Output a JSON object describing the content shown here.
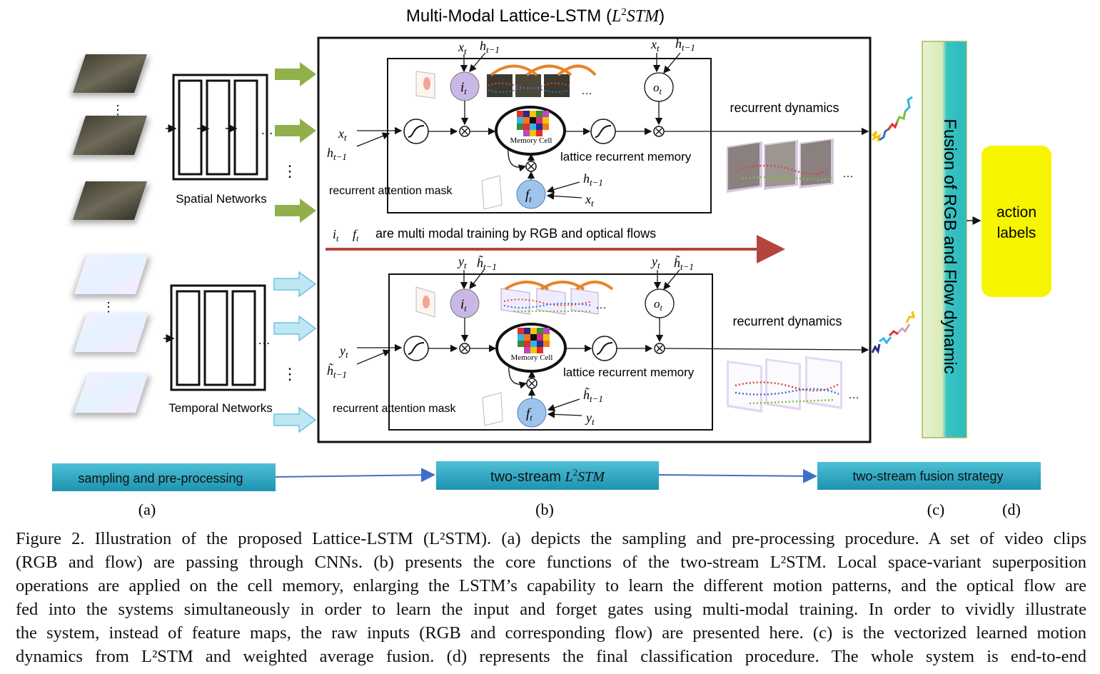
{
  "figure": {
    "title": "Multi-Modal Lattice-LSTM (",
    "title_math": "L",
    "title_math_sup": "2",
    "title_math_rest": "STM",
    "title_close": ")",
    "spatial_label": "Spatial Networks",
    "temporal_label": "Temporal Networks",
    "top_cell": {
      "in_x": "x",
      "in_x_sub": "t",
      "in_h": "h",
      "in_h_sub": "t−1",
      "memory_cell": "Memory Cell",
      "attention_mask": "recurrent attention mask",
      "lattice_memory": "lattice recurrent memory",
      "recurrent_dynamics": "recurrent dynamics",
      "gate_i": "i",
      "gate_o": "o",
      "gate_f": "f",
      "gate_sub": "t"
    },
    "bottom_cell": {
      "in_y": "y",
      "in_y_sub": "t",
      "in_h": "h̃",
      "in_h_sub": "t−1",
      "memory_cell": "Memory Cell",
      "attention_mask": "recurrent attention mask",
      "lattice_memory": "lattice recurrent memory",
      "recurrent_dynamics": "recurrent dynamics"
    },
    "multimodal_note": "are multi modal training by RGB and optical flows",
    "fusion_label": "Fusion of RGB  and Flow dynamic",
    "action_labels_line1": "action",
    "action_labels_line2": "labels",
    "ellipsis": "…",
    "pipeline": {
      "stage_a": "sampling and pre-processing",
      "stage_b": "two-stream ",
      "stage_b_math": "L",
      "stage_b_sup": "2",
      "stage_b_rest": "STM",
      "stage_c": "two-stream fusion strategy"
    },
    "labels": {
      "a": "(a)",
      "b": "(b)",
      "c": "(c)",
      "d": "(d)"
    }
  },
  "caption": {
    "line1": "Figure 2. Illustration of the proposed Lattice-LSTM (L²STM). (a) depicts the sampling and pre-processing procedure. A set of video clips",
    "line2": "(RGB and flow) are passing through CNNs. (b) presents the core functions of the two-stream L²STM. Local space-variant superposition",
    "line3": "operations are applied on the cell memory, enlarging the LSTM’s capability to learn the different motion patterns, and the optical flow are",
    "line4": "fed into the systems simultaneously in order to learn the input and forget gates using multi-modal training. In order to vividly illustrate",
    "line5": "the system, instead of feature maps, the raw inputs (RGB and corresponding flow) are presented here. (c) is the vectorized learned motion",
    "line6": "dynamics from L²STM and weighted average fusion. (d) represents the final classification procedure. The whole system is end-to-end"
  },
  "colors": {
    "green_arrow": "#8fb04a",
    "blue_arrow": "#a9dcef",
    "red_arrow": "#b5443e",
    "gate_purple": "#c9b8e6",
    "gate_blue": "#9fc4ec",
    "teal_box": "#2aa7c2",
    "yellow_box": "#f7f500",
    "fusion_bar": "#2fc3c0",
    "orange_arc": "#e8832a"
  }
}
